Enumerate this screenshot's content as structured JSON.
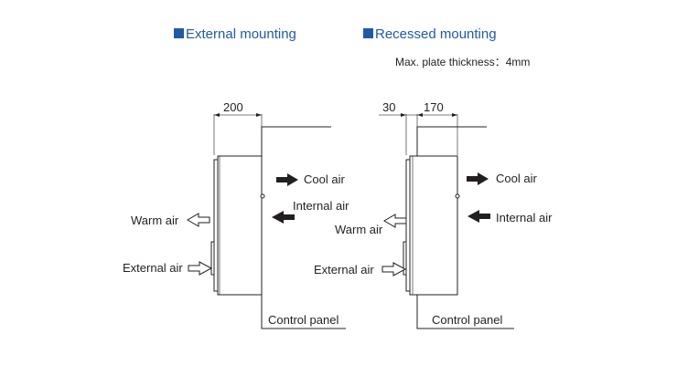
{
  "titles": {
    "external": "External mounting",
    "recessed": "Recessed mounting"
  },
  "note": "Max. plate thickness：4mm",
  "colors": {
    "title_accent": "#1f5aa6",
    "ink": "#231f20"
  },
  "external": {
    "dim_depth": "200",
    "cool_air": "Cool air",
    "internal_air": "Internal air",
    "warm_air": "Warm air",
    "external_air": "External air",
    "control_panel": "Control panel"
  },
  "recessed": {
    "dim_flange": "30",
    "dim_depth": "170",
    "cool_air": "Cool air",
    "internal_air": "Internal air",
    "warm_air": "Warm air",
    "external_air": "External air",
    "control_panel": "Control panel"
  }
}
